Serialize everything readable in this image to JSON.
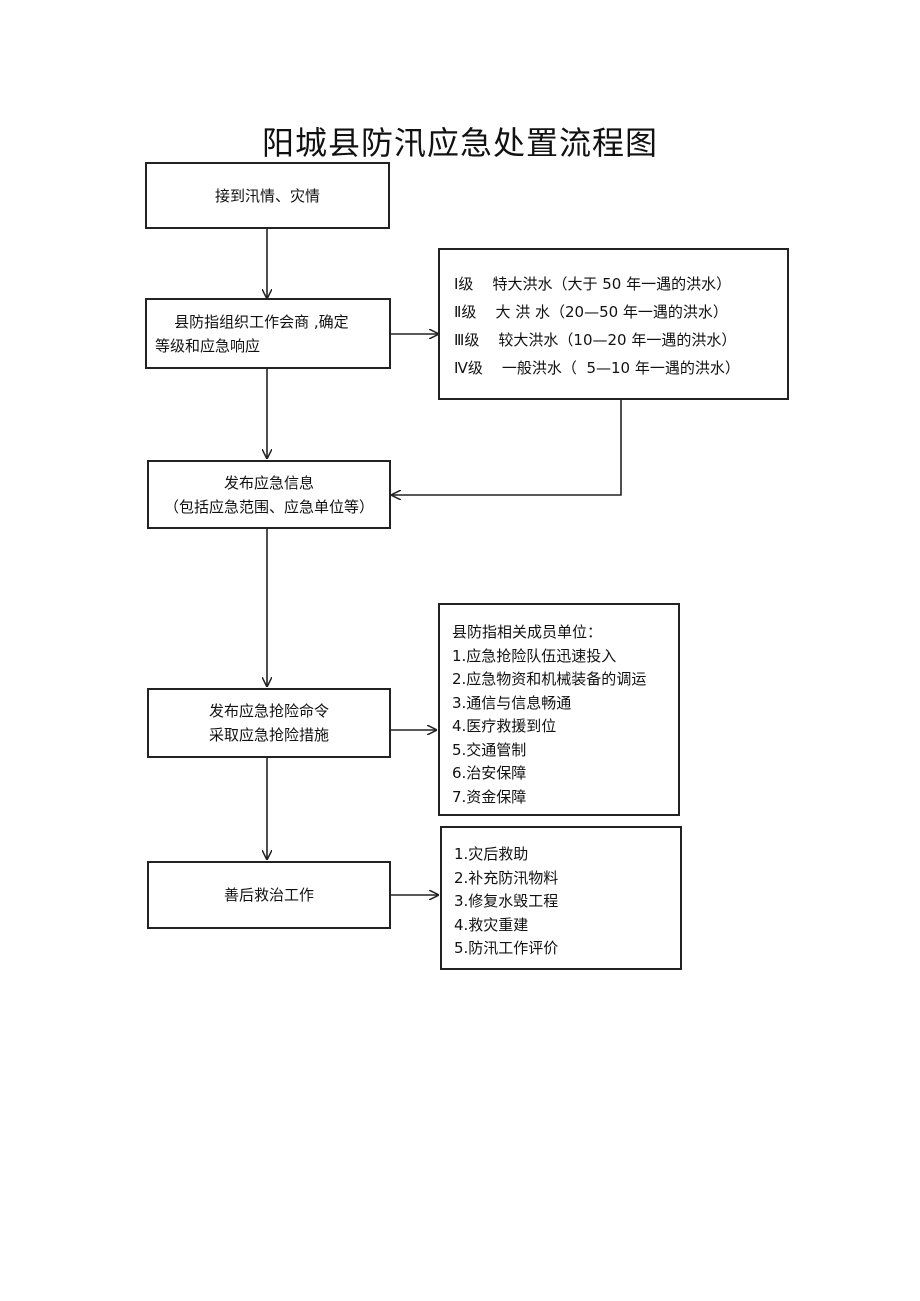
{
  "title": "阳城县防汛应急处置流程图",
  "main_flow": [
    {
      "lines": [
        "接到汛情、灾情"
      ]
    },
    {
      "lines": [
        "    县防指组织工作会商 ,确定",
        "等级和应急响应"
      ]
    },
    {
      "lines": [
        "发布应急信息",
        "（包括应急范围、应急单位等）"
      ]
    },
    {
      "lines": [
        "发布应急抢险命令",
        "采取应急抢险措施"
      ]
    },
    {
      "lines": [
        "善后救治工作"
      ]
    }
  ],
  "levels": [
    "Ⅰ级    特大洪水（大于 50 年一遇的洪水）",
    "Ⅱ级    大 洪 水（20—50 年一遇的洪水）",
    "Ⅲ级    较大洪水（10—20 年一遇的洪水）",
    "Ⅳ级    一般洪水（  5—10 年一遇的洪水）"
  ],
  "members": {
    "heading": "县防指相关成员单位：",
    "items": [
      "1.应急抢险队伍迅速投入",
      "2.应急物资和机械装备的调运",
      "3.通信与信息畅通",
      "4.医疗救援到位",
      "5.交通管制",
      "6.治安保障",
      "7.资金保障"
    ]
  },
  "aftermath": {
    "items": [
      "1.灾后救助",
      "2.补充防汛物料",
      "3.修复水毁工程",
      "4.救灾重建",
      "5.防汛工作评价"
    ]
  }
}
